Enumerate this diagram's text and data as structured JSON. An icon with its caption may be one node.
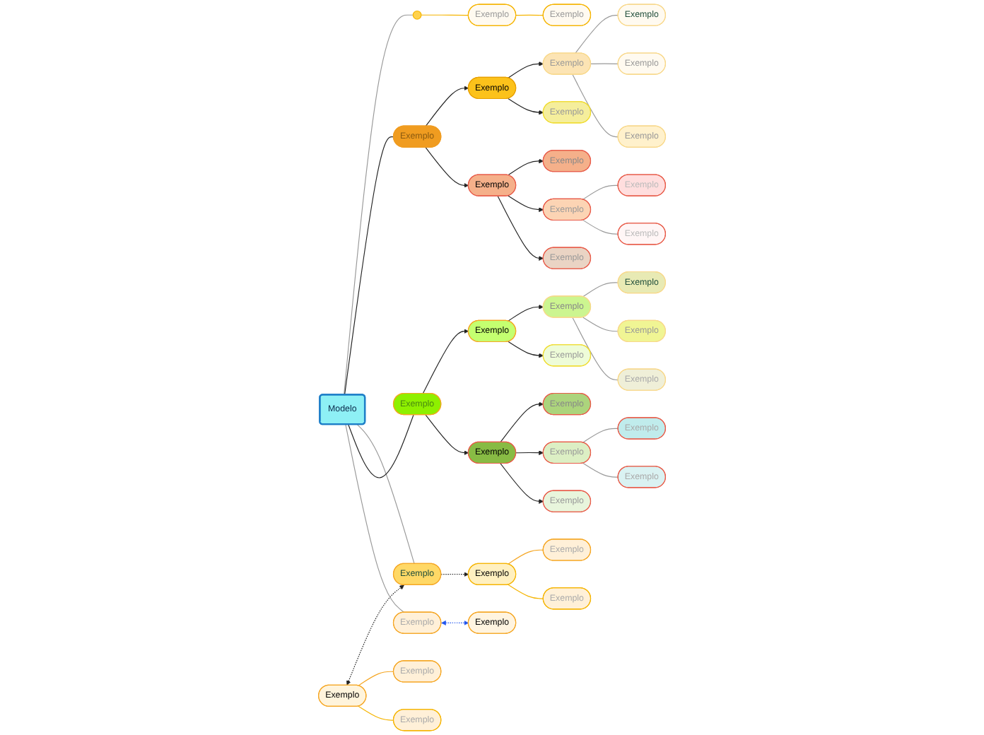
{
  "diagram": {
    "nodes": [
      {
        "text": [
          "Modelo"
        ]
      },
      {
        "text": [],
        "shape": "circle"
      },
      {
        "text": [
          "Exemplo"
        ]
      },
      {
        "text": [
          "Exemplo"
        ]
      },
      {
        "text": [
          "Exemplo"
        ]
      },
      {
        "text": [
          "Exemplo"
        ]
      },
      {
        "text": [
          "Exemplo"
        ]
      },
      {
        "text": [
          "Exemplo"
        ]
      },
      {
        "text": [
          "Exemplo"
        ]
      },
      {
        "text": [
          "Exemplo"
        ]
      },
      {
        "text": [
          "Exemplo"
        ]
      },
      {
        "text": [
          "Exemplo"
        ]
      },
      {
        "text": [
          "Exemplo"
        ]
      },
      {
        "text": [
          "Exemplo"
        ]
      },
      {
        "text": [
          "Exemplo"
        ]
      },
      {
        "text": [
          "Exemplo"
        ]
      },
      {
        "text": [
          "Exemplo"
        ]
      },
      {
        "text": [
          "Exemplo"
        ]
      },
      {
        "text": [
          "Exemplo"
        ]
      },
      {
        "text": [
          "Exemplo"
        ]
      },
      {
        "text": [
          "Exemplo"
        ]
      },
      {
        "text": [
          "Exemplo"
        ]
      },
      {
        "text": [
          "Exemplo"
        ]
      },
      {
        "text": [
          "Exemplo"
        ]
      },
      {
        "text": [
          "Exemplo"
        ]
      },
      {
        "text": [
          "Exemplo"
        ]
      },
      {
        "text": [
          "Exemplo"
        ]
      },
      {
        "text": [
          "Exemplo"
        ]
      },
      {
        "text": [
          "Exemplo"
        ]
      },
      {
        "text": [
          "Exemplo"
        ]
      },
      {
        "text": [
          "Exemplo"
        ]
      },
      {
        "text": [
          "Exemplo"
        ]
      },
      {
        "text": [
          "Exemplo"
        ]
      },
      {
        "text": [
          "Exemplo"
        ]
      },
      {
        "text": [
          "Exemplo"
        ]
      },
      {
        "text": [
          "Exemplo"
        ]
      },
      {
        "text": [
          "Exemplo"
        ]
      },
      {
        "text": [
          "Exemplo"
        ]
      },
      {
        "text": [
          "Exemplo"
        ]
      }
    ],
    "edges": [
      {
        "from": 0,
        "to": 1,
        "arrow": "none",
        "color": "#999999"
      },
      {
        "from": 1,
        "to": 2,
        "arrow": "none",
        "color": "#f5b400"
      },
      {
        "from": 2,
        "to": 3,
        "arrow": "none",
        "color": "#f5b400"
      },
      {
        "from": 0,
        "to": 4,
        "arrow": "none"
      },
      {
        "from": 4,
        "to": 5,
        "arrow": "to"
      },
      {
        "from": 5,
        "to": 6,
        "arrow": "to"
      },
      {
        "from": 6,
        "to": 7,
        "arrow": "none",
        "color": "#999999"
      },
      {
        "from": 6,
        "to": 8,
        "arrow": "none",
        "color": "#999999"
      },
      {
        "from": 6,
        "to": 9,
        "arrow": "none",
        "color": "#999999"
      },
      {
        "from": 5,
        "to": 10,
        "arrow": "to"
      },
      {
        "from": 4,
        "to": 11,
        "arrow": "to"
      },
      {
        "from": 11,
        "to": 12,
        "arrow": "to"
      },
      {
        "from": 11,
        "to": 13,
        "arrow": "to"
      },
      {
        "from": 13,
        "to": 14,
        "arrow": "none",
        "color": "#999999"
      },
      {
        "from": 13,
        "to": 15,
        "arrow": "none",
        "color": "#999999"
      },
      {
        "from": 11,
        "to": 16,
        "arrow": "to"
      },
      {
        "from": 0,
        "to": 17,
        "arrow": "none",
        "color": "#999999"
      },
      {
        "from": 17,
        "to": 18,
        "arrow": "to",
        "style": "dashed"
      },
      {
        "from": 18,
        "to": 19,
        "arrow": "none",
        "color": "#f5a623"
      },
      {
        "from": 18,
        "to": 20,
        "arrow": "none",
        "color": "#f5b400"
      },
      {
        "from": 21,
        "to": 17,
        "arrow": "both",
        "style": "dashed"
      },
      {
        "from": 21,
        "to": 22,
        "arrow": "none",
        "color": "#f5a623"
      },
      {
        "from": 21,
        "to": 23,
        "arrow": "none",
        "color": "#f5b400"
      },
      {
        "from": 0,
        "to": 24,
        "arrow": "none"
      },
      {
        "from": 24,
        "to": 25,
        "arrow": "to"
      },
      {
        "from": 25,
        "to": 26,
        "arrow": "to"
      },
      {
        "from": 26,
        "to": 27,
        "arrow": "none",
        "color": "#999999"
      },
      {
        "from": 26,
        "to": 28,
        "arrow": "none",
        "color": "#999999"
      },
      {
        "from": 26,
        "to": 29,
        "arrow": "none",
        "color": "#999999"
      },
      {
        "from": 25,
        "to": 30,
        "arrow": "to"
      },
      {
        "from": 24,
        "to": 31,
        "arrow": "to"
      },
      {
        "from": 31,
        "to": 32,
        "arrow": "to"
      },
      {
        "from": 31,
        "to": 33,
        "arrow": "to"
      },
      {
        "from": 33,
        "to": 34,
        "arrow": "none",
        "color": "#999999"
      },
      {
        "from": 33,
        "to": 35,
        "arrow": "none",
        "color": "#999999"
      },
      {
        "from": 31,
        "to": 36,
        "arrow": "to"
      },
      {
        "from": 0,
        "to": 37,
        "arrow": "none",
        "color": "#999999"
      },
      {
        "from": 37,
        "to": 38,
        "arrow": "both",
        "style": "dashed",
        "color": "#2255ee"
      }
    ]
  }
}
